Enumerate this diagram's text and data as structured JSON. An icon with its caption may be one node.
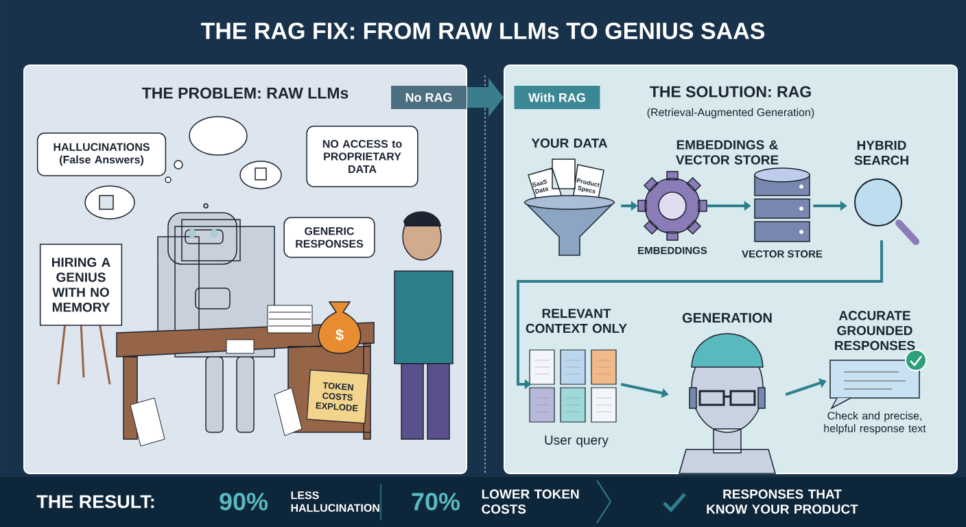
{
  "diagram": {
    "title": "THE RAG FIX: FROM RAW LLMs TO GENIUS SAAS",
    "nodes": [
      {
        "text": [
          "THE PROBLEM: RAW LLMs"
        ]
      },
      {
        "text": [
          "HALLUCINATIONS (False Answers)"
        ],
        "in": 0
      },
      {
        "text": [
          "NO ACCESS to PROPRIETARY DATA"
        ],
        "in": 0
      },
      {
        "text": [
          "GENERIC RESPONSES"
        ],
        "in": 0
      },
      {
        "text": [
          "HIRING A GENIUS WITH NO MEMORY"
        ],
        "in": 0
      },
      {
        "text": [
          "TOKEN COSTS EXPLODE"
        ],
        "in": 0
      },
      {
        "text": [
          "THE SOLUTION: RAG",
          "(Retrieval-Augmented Generation)"
        ]
      },
      {
        "text": [
          "YOUR DATA"
        ],
        "in": 6
      },
      {
        "text": [
          "EMBEDDINGS"
        ],
        "in": 6
      },
      {
        "text": [
          "VECTOR STORE"
        ],
        "in": 6
      },
      {
        "text": [
          "HYBRID SEARCH"
        ],
        "in": 6
      },
      {
        "text": [
          "RELEVANT CONTEXT ONLY",
          "User query"
        ],
        "in": 6
      },
      {
        "text": [
          "GENERATION"
        ],
        "in": 6
      },
      {
        "text": [
          "ACCURATE GROUNDED RESPONSES",
          "Check and precise, helpful response text"
        ],
        "in": 6
      }
    ],
    "edges": [
      {
        "from": 0,
        "to": 6,
        "arrow": "to",
        "style": "thick"
      },
      {
        "from": 7,
        "to": 8,
        "arrow": "to"
      },
      {
        "from": 8,
        "to": 9,
        "arrow": "to"
      },
      {
        "from": 9,
        "to": 10,
        "arrow": "to"
      },
      {
        "from": 10,
        "to": 11,
        "arrow": "to"
      },
      {
        "from": 11,
        "to": 12,
        "arrow": "to"
      },
      {
        "from": 12,
        "to": 13,
        "arrow": "to"
      }
    ],
    "labels": [
      "No RAG",
      "With RAG",
      "EMBEDDINGS & VECTOR STORE",
      "SaaS Data",
      "Product Specs",
      "$",
      "THE RESULT:",
      "90%",
      "LESS HALLUCINATION",
      "70%",
      "LOWER TOKEN COSTS",
      "RESPONSES THAT KNOW YOUR PRODUCT"
    ]
  }
}
